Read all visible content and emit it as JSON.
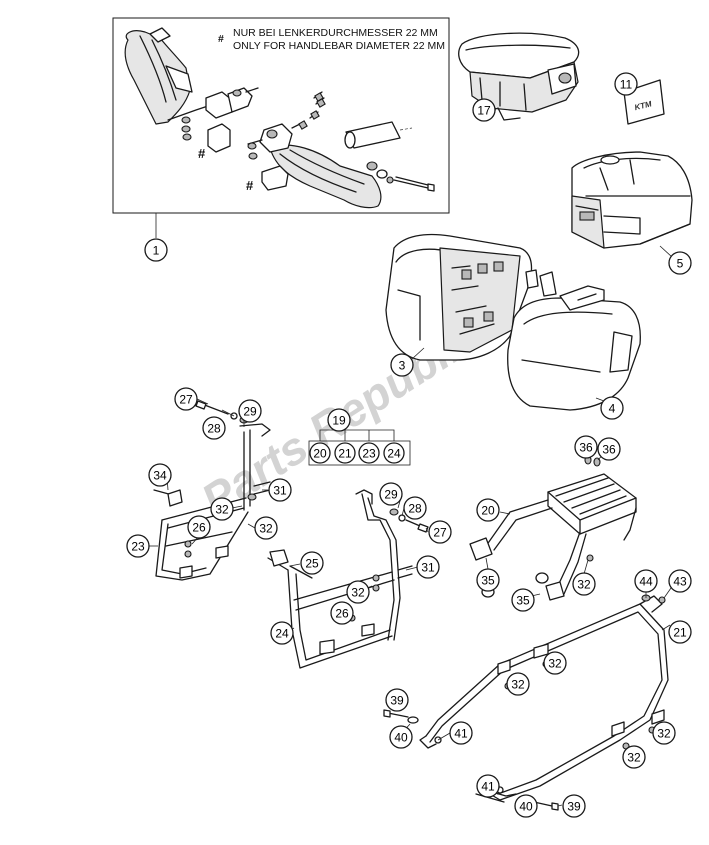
{
  "watermark": "Parts Republik",
  "note": {
    "hash": "#",
    "line_de": "NUR BEI LENKERDURCHMESSER 22 MM",
    "line_en": "ONLY FOR HANDLEBAR DIAMETER 22 MM"
  },
  "hash_mark": "#",
  "logo_text": "KTM",
  "labels": {
    "c1": "1",
    "c3": "3",
    "c4": "4",
    "c5": "5",
    "c11": "11",
    "c17": "17",
    "c19": "19",
    "c20a": "20",
    "c21a": "21",
    "c23a": "23",
    "c24a": "24",
    "c27a": "27",
    "c29a": "29",
    "c28a": "28",
    "c34": "34",
    "c31a": "31",
    "c32a": "32",
    "c32b": "32",
    "c26a": "26",
    "c23b": "23",
    "c29b": "29",
    "c28b": "28",
    "c27b": "27",
    "c25": "25",
    "c31b": "31",
    "c32c": "32",
    "c26b": "26",
    "c24b": "24",
    "c36a": "36",
    "c36b": "36",
    "c20b": "20",
    "c35a": "35",
    "c35b": "35",
    "c32d": "32",
    "c44": "44",
    "c43": "43",
    "c21b": "21",
    "c32e": "32",
    "c32f": "32",
    "c39a": "39",
    "c40a": "40",
    "c41a": "41",
    "c32g": "32",
    "c32h": "32",
    "c41b": "41",
    "c40b": "40",
    "c39b": "39"
  },
  "colors": {
    "line": "#1a1a1a",
    "callout_fill": "#ffffff",
    "watermark": "#d3d3d3"
  }
}
